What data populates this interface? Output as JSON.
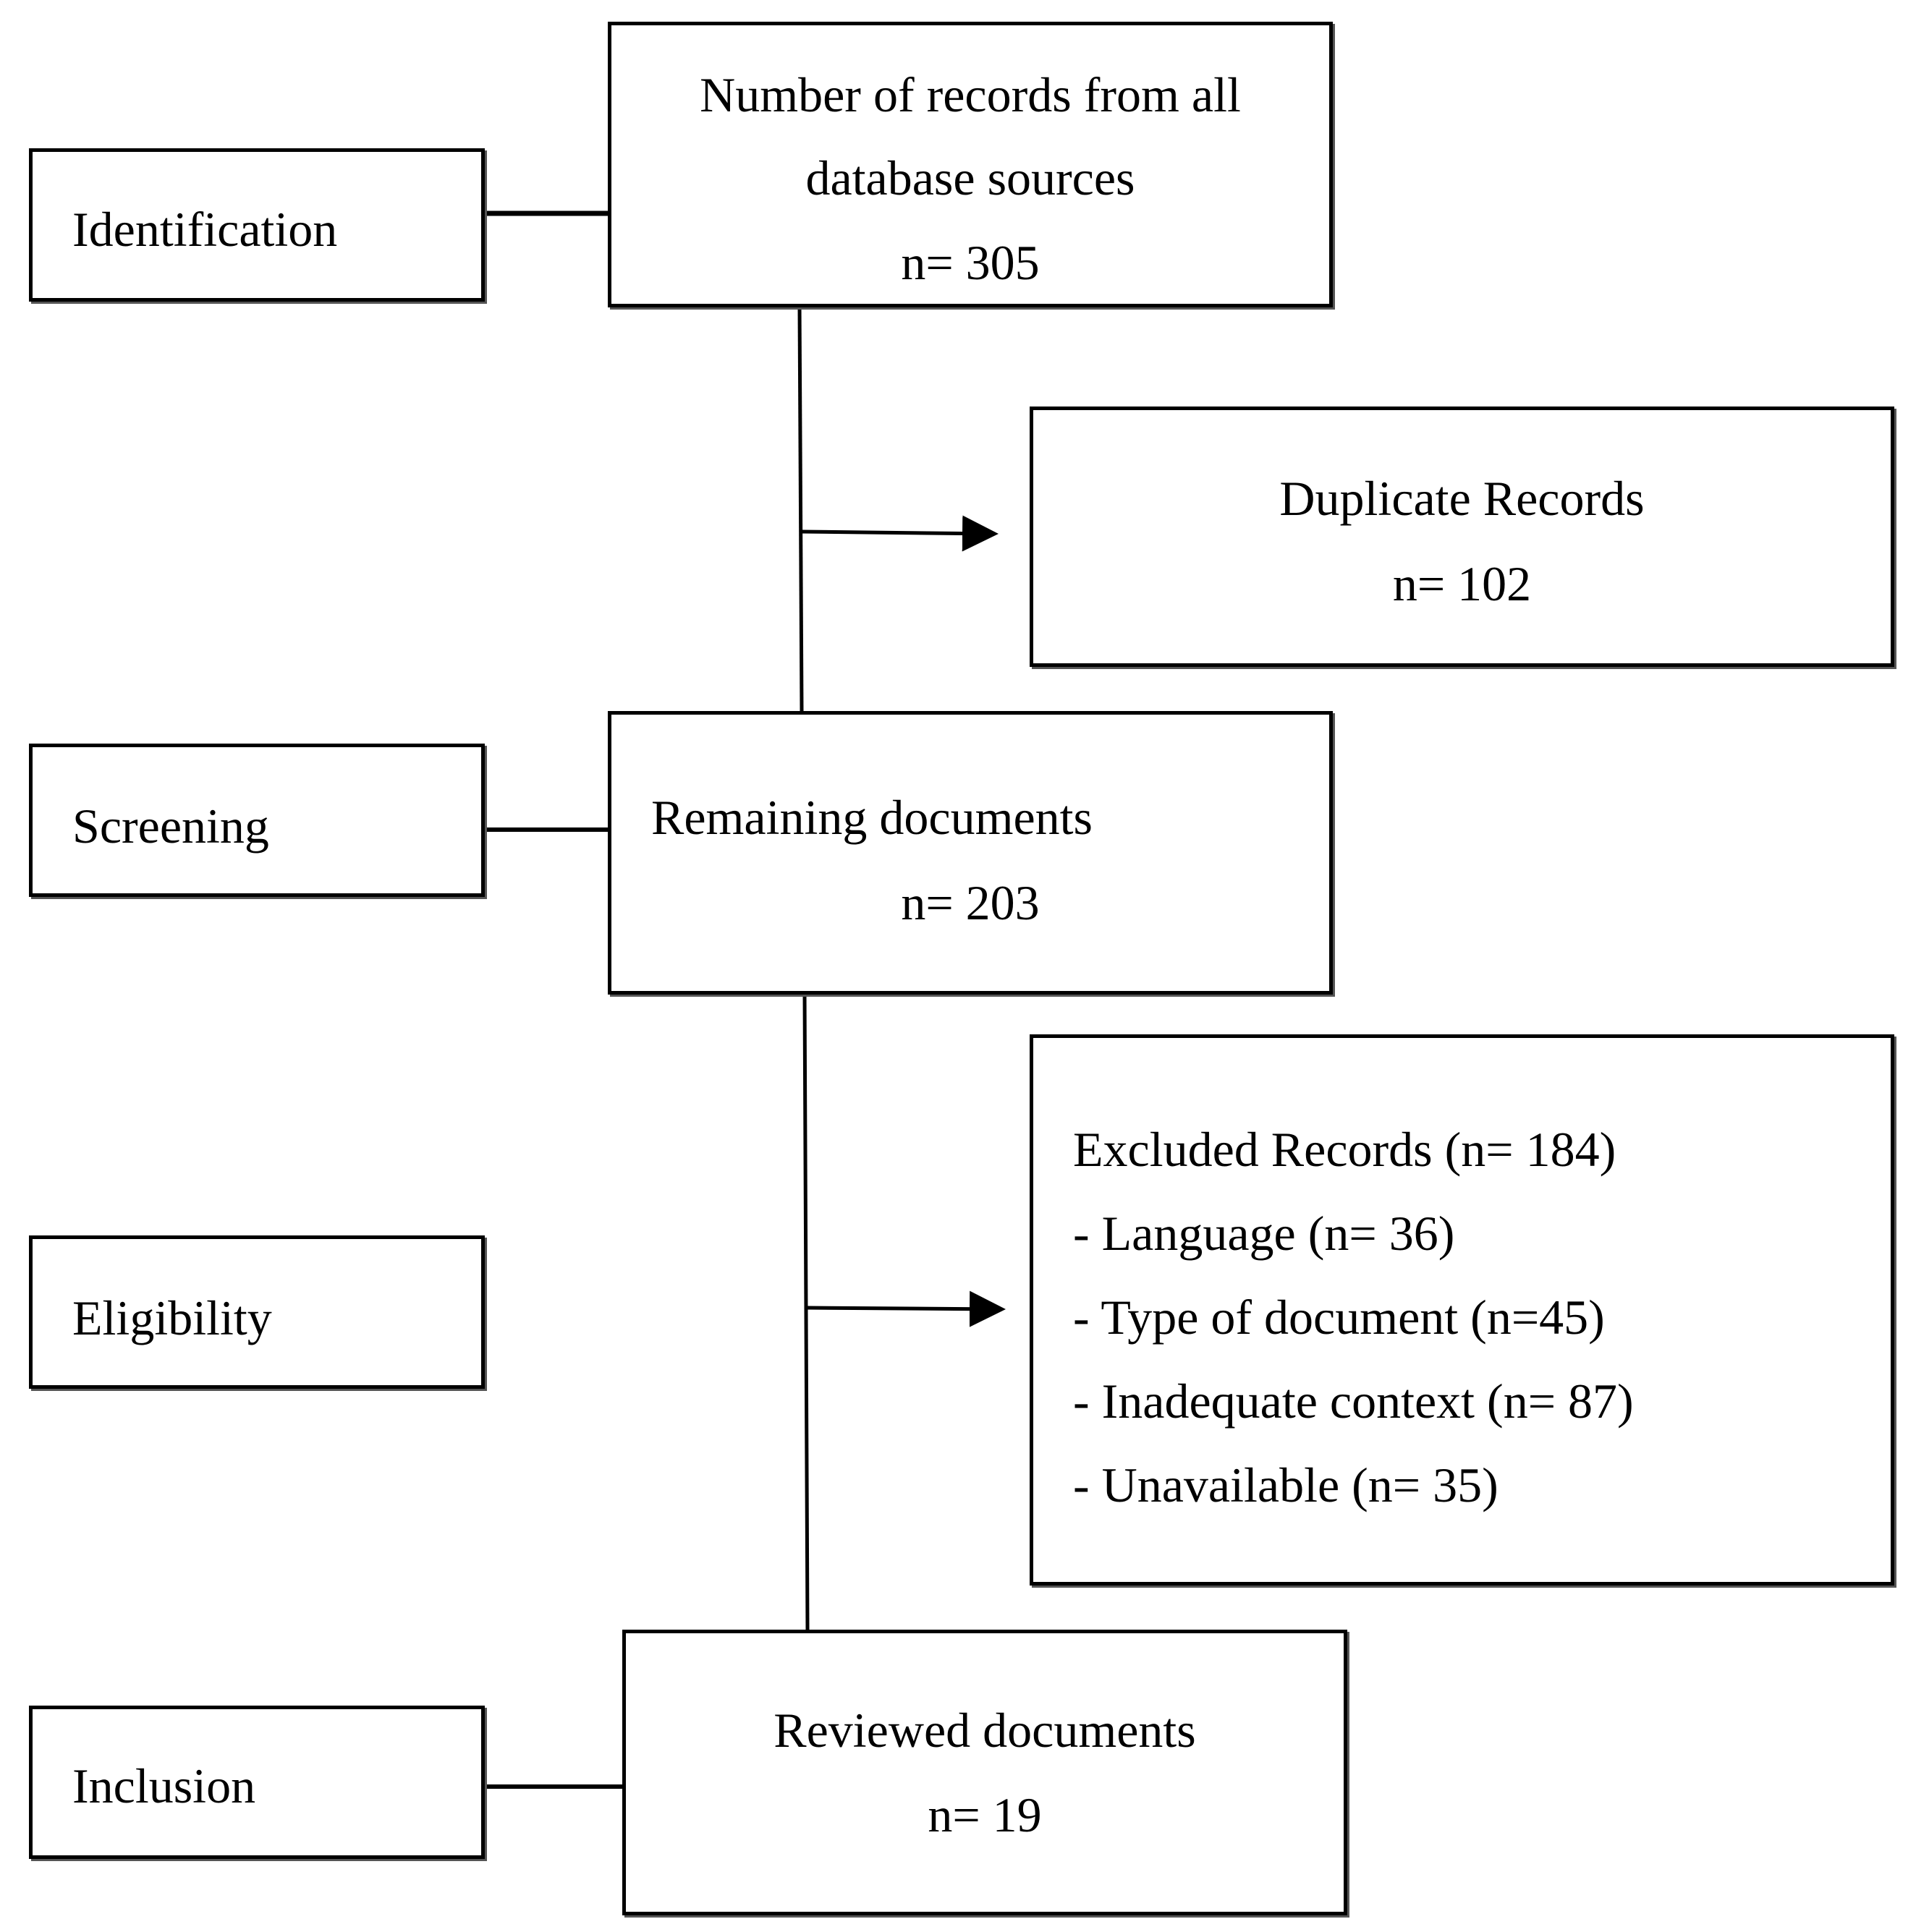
{
  "stages": {
    "identification": "Identification",
    "screening": "Screening",
    "eligibility": "Eligibility",
    "inclusion": "Inclusion"
  },
  "records_box": {
    "line1": "Number of records from all",
    "line2": "database sources",
    "count": "n= 305"
  },
  "duplicates_box": {
    "title": "Duplicate Records",
    "count": "n= 102"
  },
  "remaining_box": {
    "title": "Remaining documents",
    "count": "n= 203"
  },
  "excluded_box": {
    "title": "Excluded Records (n= 184)",
    "items": [
      "- Language (n= 36)",
      "- Type of document (n=45)",
      "- Inadequate context (n= 87)",
      "- Unavailable (n= 35)"
    ]
  },
  "reviewed_box": {
    "title": "Reviewed documents",
    "count": "n= 19"
  }
}
